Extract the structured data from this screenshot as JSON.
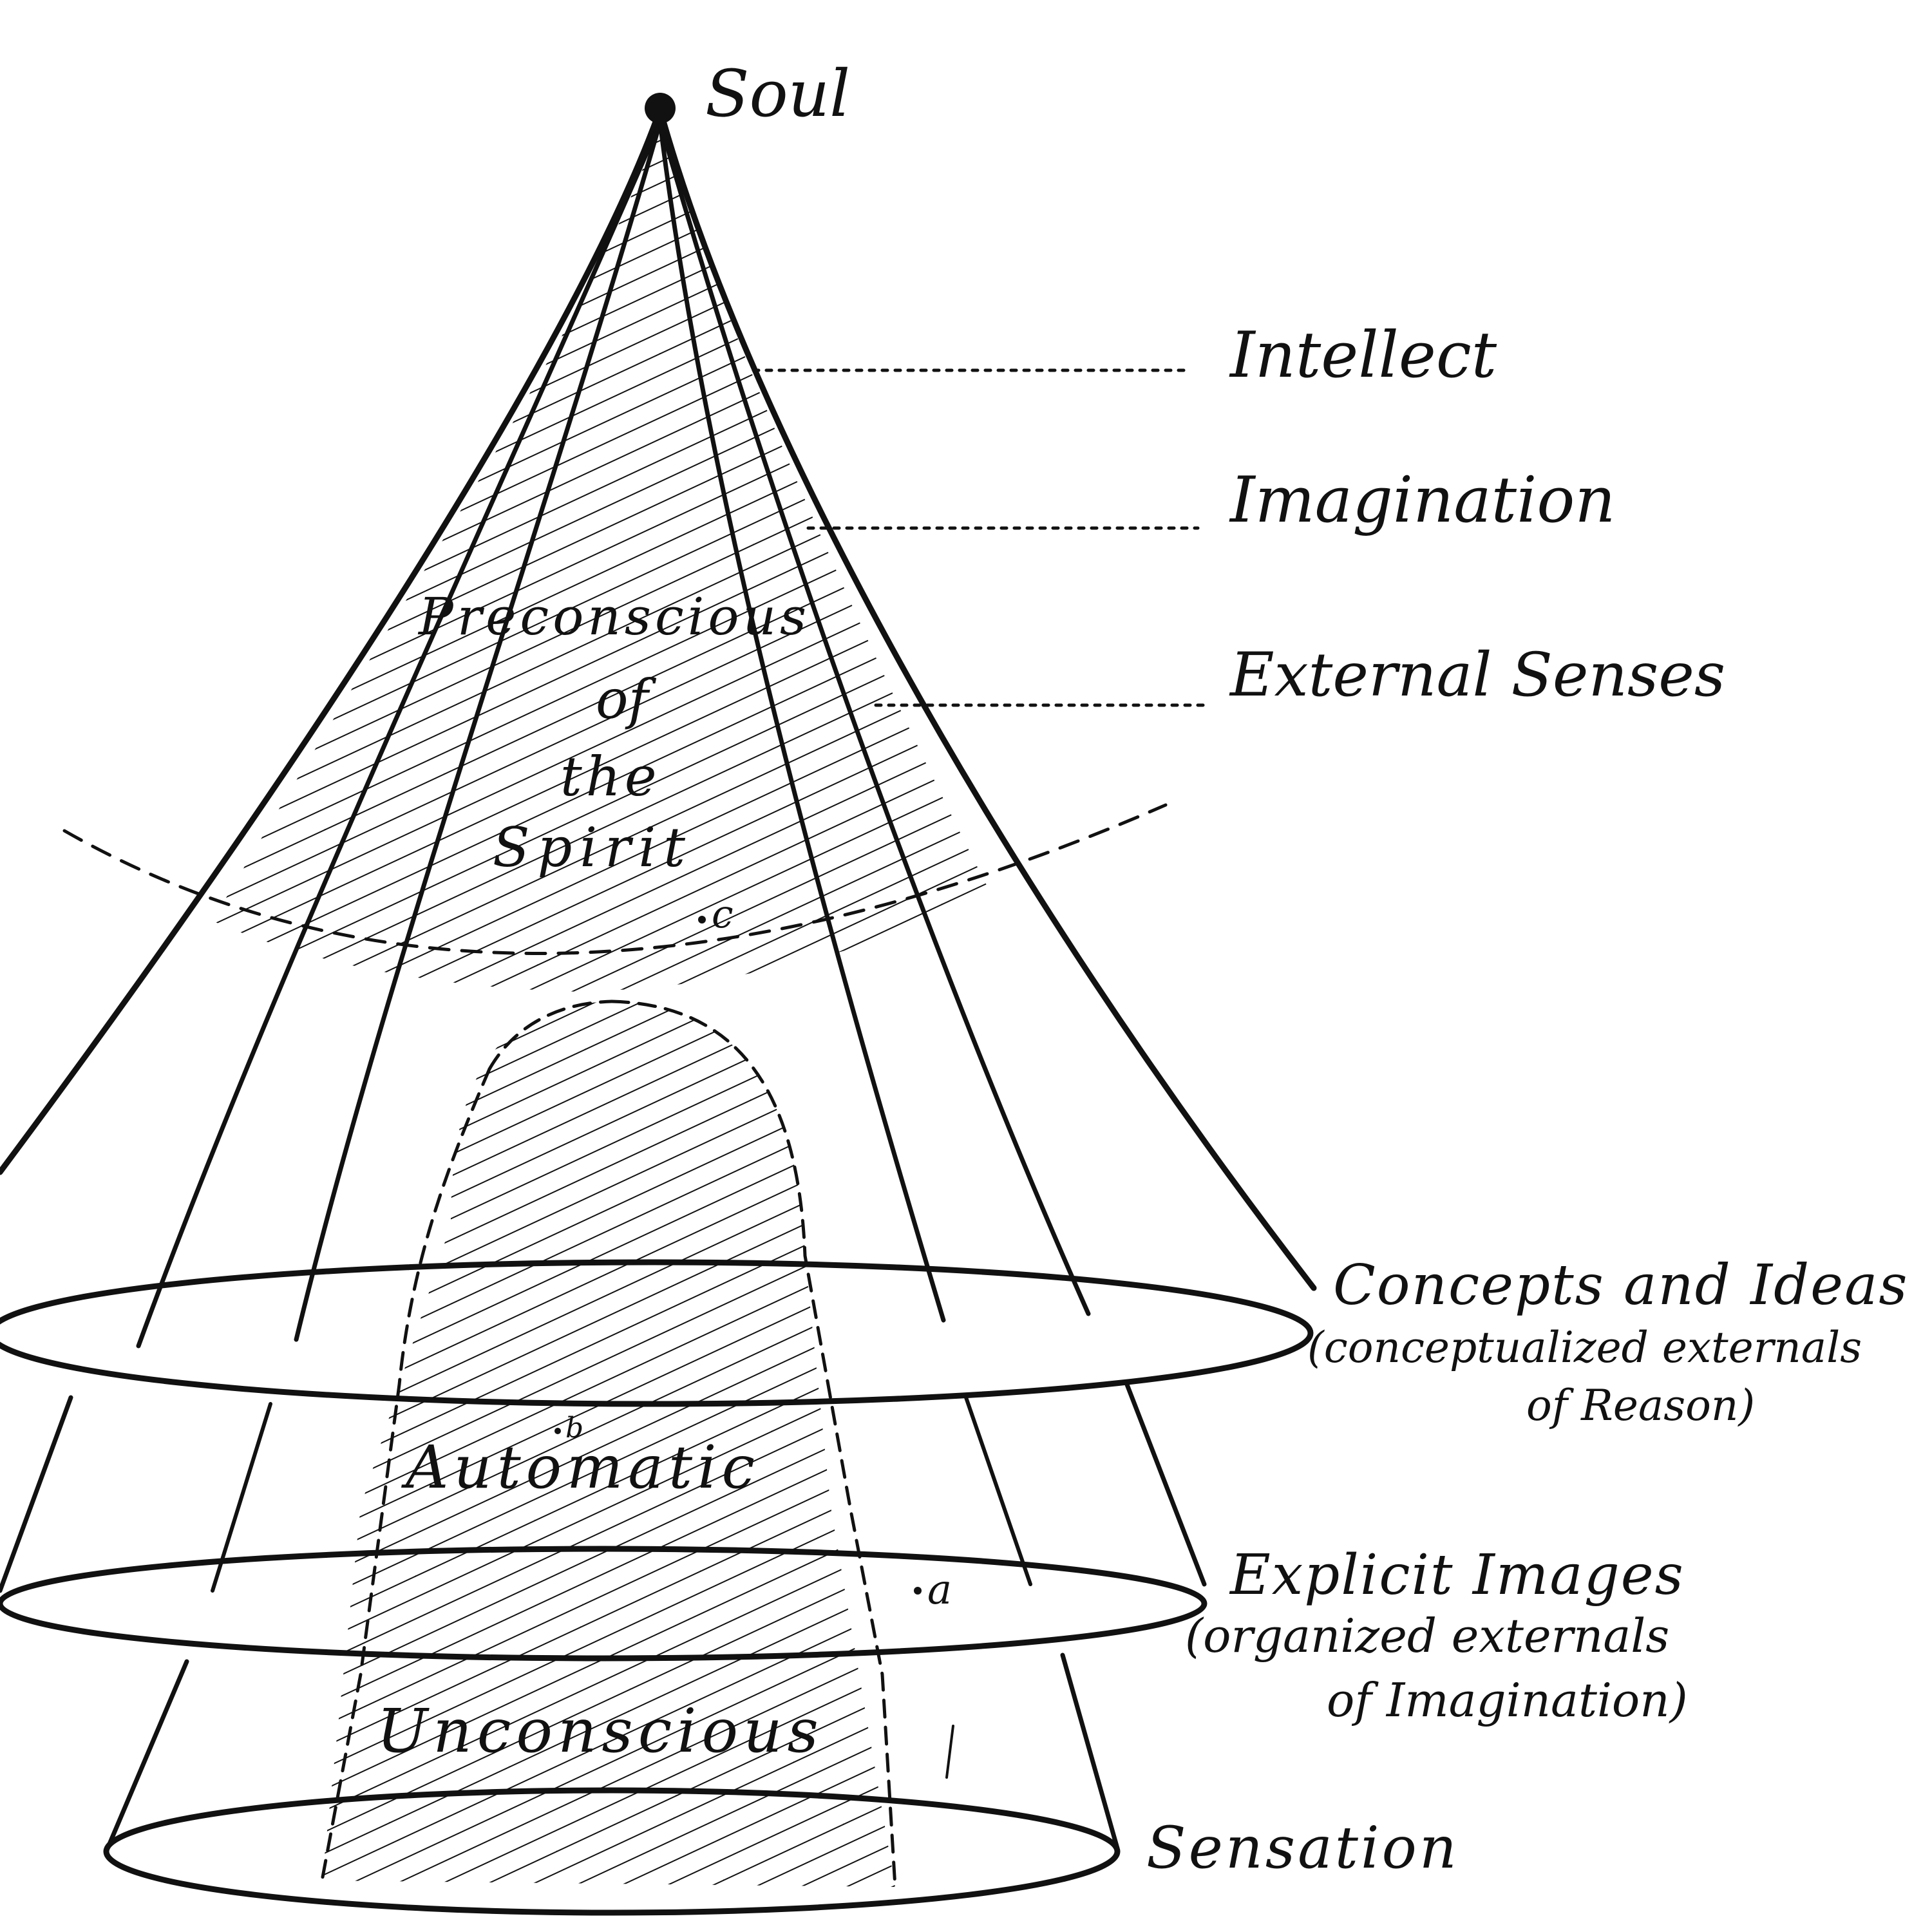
{
  "labels": {
    "soul": "Soul",
    "intellect": "Intellect",
    "imagination": "Imagination",
    "external_senses": "External Senses",
    "preconscious_line1": "Preconscious",
    "preconscious_line2": "of",
    "preconscious_line3": "the",
    "preconscious_line4": "Spirit",
    "automatic": "Automatic",
    "unconscious": "Unconscious",
    "concepts_line1": "Concepts and Ideas",
    "concepts_line2": "(conceptualized externals",
    "concepts_line3": "of Reason)",
    "explicit_line1": "Explicit Images",
    "explicit_line2": "(organized externals",
    "explicit_line3": "of Imagination)",
    "sensation": "Sensation",
    "point_a": "a",
    "point_b": "b",
    "point_c": "c"
  }
}
